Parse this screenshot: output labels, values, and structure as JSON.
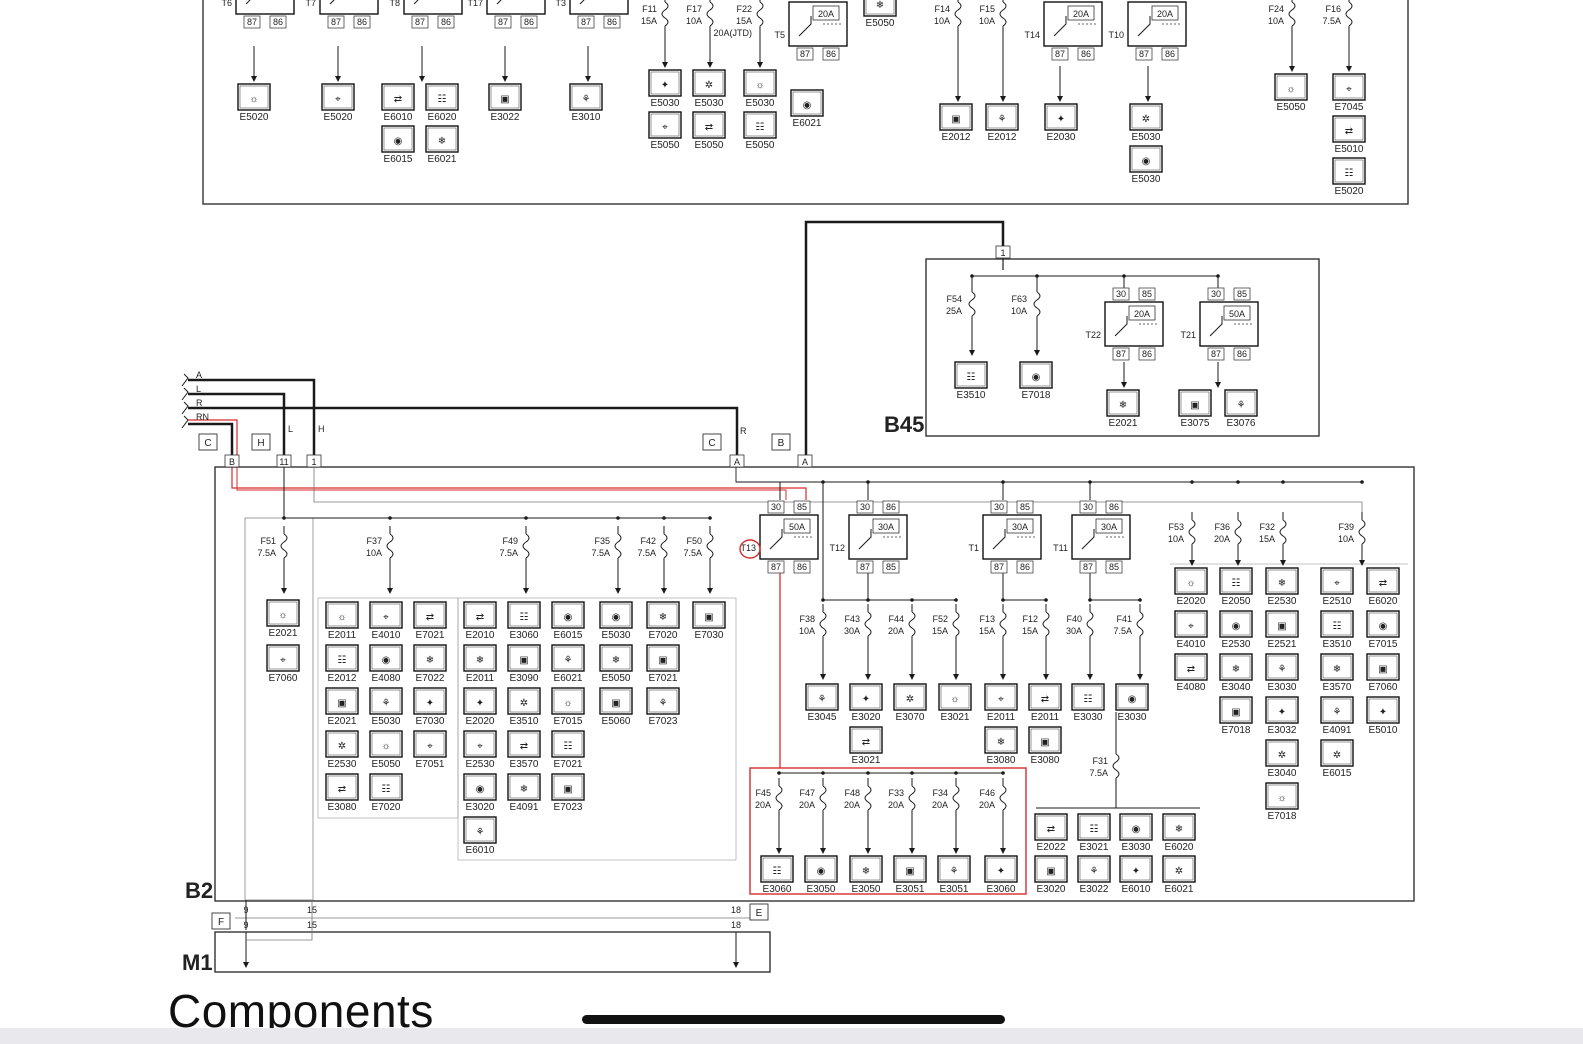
{
  "caption": "Components",
  "panels": {
    "b45": "B45",
    "b2": "B2",
    "m1": "M1"
  },
  "feed_wires": [
    "A",
    "L",
    "R",
    "RN"
  ],
  "connectors": {
    "c_left": "C",
    "h_left": "H",
    "c_mid": "C",
    "b_mid": "B",
    "f_bottom": "F",
    "e_bottom": "E",
    "pin_b": "B",
    "pin_11": "11",
    "pin_1": "1",
    "pin_a1": "A",
    "pin_a2": "A",
    "pin_b45": "1",
    "wire_l": "L",
    "wire_h": "H",
    "wire_r": "R",
    "b2_pins": [
      "9",
      "15",
      "18"
    ],
    "m1_pins": [
      "9",
      "15",
      "18"
    ]
  },
  "top_panel": {
    "relays": [
      {
        "id": "T6",
        "pins": [
          "87",
          "86"
        ]
      },
      {
        "id": "T7",
        "pins": [
          "87",
          "86"
        ]
      },
      {
        "id": "T8",
        "pins": [
          "87",
          "86"
        ]
      },
      {
        "id": "T17",
        "pins": [
          "87",
          "86"
        ]
      },
      {
        "id": "T3",
        "pins": [
          "87",
          "86"
        ]
      },
      {
        "id": "T5",
        "rating": "20A",
        "pins": [
          "87",
          "86"
        ]
      },
      {
        "id": "T14",
        "rating": "20A",
        "pins": [
          "87",
          "86"
        ]
      },
      {
        "id": "T10",
        "rating": "20A",
        "pins": [
          "87",
          "86"
        ]
      }
    ],
    "fuses": [
      {
        "id": "F11",
        "rating": "15A"
      },
      {
        "id": "F17",
        "rating": "10A"
      },
      {
        "id": "F22",
        "rating": "15A",
        "note": "20A(JTD)"
      },
      {
        "id": "F14",
        "rating": "10A"
      },
      {
        "id": "F15",
        "rating": "10A"
      },
      {
        "id": "F24",
        "rating": "10A"
      },
      {
        "id": "F16",
        "rating": "7.5A"
      }
    ],
    "components": [
      "E5020",
      "E5020",
      "E6010",
      "E6020",
      "E6015",
      "E6021",
      "E3022",
      "E3010",
      "E5030",
      "E5030",
      "E5030",
      "E5050",
      "E5050",
      "E5050",
      "E6021",
      "E5050",
      "E2012",
      "E2012",
      "E2030",
      "E5030",
      "E5050",
      "E7045",
      "E5010",
      "E5020",
      "E5030"
    ]
  },
  "b45_panel": {
    "fuses": [
      {
        "id": "F54",
        "rating": "25A"
      },
      {
        "id": "F63",
        "rating": "10A"
      }
    ],
    "relays": [
      {
        "id": "T22",
        "rating": "20A",
        "top_pins": [
          "30",
          "85"
        ],
        "bottom_pins": [
          "87",
          "86"
        ]
      },
      {
        "id": "T21",
        "rating": "50A",
        "top_pins": [
          "30",
          "85"
        ],
        "bottom_pins": [
          "87",
          "86"
        ]
      }
    ],
    "components": [
      "E3510",
      "E7018",
      "E2021",
      "E3075",
      "E3076"
    ]
  },
  "b2_panel": {
    "relays": [
      {
        "id": "T13",
        "rating": "50A",
        "top_pins": [
          "30",
          "85"
        ],
        "bottom_pins": [
          "87",
          "86"
        ],
        "highlighted": true
      },
      {
        "id": "T12",
        "rating": "30A",
        "top_pins": [
          "30",
          "86"
        ],
        "bottom_pins": [
          "87",
          "85"
        ]
      },
      {
        "id": "T1",
        "rating": "30A",
        "top_pins": [
          "30",
          "85"
        ],
        "bottom_pins": [
          "87",
          "86"
        ]
      },
      {
        "id": "T11",
        "rating": "30A",
        "top_pins": [
          "30",
          "86"
        ],
        "bottom_pins": [
          "87",
          "85"
        ]
      }
    ],
    "fuse_columns": [
      {
        "id": "F51",
        "rating": "7.5A",
        "components": [
          "E2021",
          "E7060"
        ]
      },
      {
        "id": "F37",
        "rating": "10A",
        "components": [
          "E2011",
          "E4010",
          "E7021",
          "E2012",
          "E4080",
          "E7022",
          "E2021",
          "E5030",
          "E7030",
          "E2530",
          "E5050",
          "E7051",
          "E3080",
          "E7020"
        ]
      },
      {
        "id": "F49",
        "rating": "7.5A",
        "components": [
          "E2010",
          "E3060",
          "E6015",
          "E2011",
          "E3090",
          "E6021",
          "E2020",
          "E3510",
          "E7015",
          "E2530",
          "E3570",
          "E7021",
          "E3020",
          "E4091",
          "E7023",
          "E6010"
        ]
      },
      {
        "id": "F35",
        "rating": "7.5A",
        "components": [
          "E5030",
          "E5050",
          "E5060"
        ]
      },
      {
        "id": "F42",
        "rating": "7.5A",
        "components": [
          "E7020",
          "E7021",
          "E7023"
        ]
      },
      {
        "id": "F50",
        "rating": "7.5A",
        "components": [
          "E7030"
        ]
      }
    ],
    "relay_fuses": [
      {
        "id": "F38",
        "rating": "10A",
        "components": [
          "E3045"
        ]
      },
      {
        "id": "F43",
        "rating": "30A",
        "components": [
          "E3020",
          "E3021"
        ]
      },
      {
        "id": "F44",
        "rating": "20A",
        "components": [
          "E3070"
        ]
      },
      {
        "id": "F52",
        "rating": "15A",
        "components": [
          "E3021"
        ]
      },
      {
        "id": "F13",
        "rating": "15A",
        "components": [
          "E2011",
          "E3080"
        ]
      },
      {
        "id": "F12",
        "rating": "15A",
        "components": [
          "E2011",
          "E3080"
        ]
      },
      {
        "id": "F40",
        "rating": "30A",
        "components": [
          "E3030"
        ]
      },
      {
        "id": "F41",
        "rating": "7.5A",
        "components": [
          "E3030"
        ]
      },
      {
        "id": "F31",
        "rating": "7.5A",
        "components": [
          "E2022",
          "E3021",
          "E3030",
          "E6020",
          "E3020",
          "E3022",
          "E6010",
          "E6021"
        ]
      }
    ],
    "highlighted_fuses": [
      {
        "id": "F45",
        "rating": "20A",
        "component": "E3060"
      },
      {
        "id": "F47",
        "rating": "20A",
        "component": "E3050"
      },
      {
        "id": "F48",
        "rating": "20A",
        "component": "E3050"
      },
      {
        "id": "F33",
        "rating": "20A",
        "component": "E3051"
      },
      {
        "id": "F34",
        "rating": "20A",
        "component": "E3051"
      },
      {
        "id": "F46",
        "rating": "20A",
        "component": "E3060"
      }
    ],
    "right_fuses": [
      {
        "id": "F53",
        "rating": "10A",
        "components": [
          "E2020",
          "E4010",
          "E4080"
        ]
      },
      {
        "id": "F36",
        "rating": "20A",
        "components": [
          "E2050",
          "E2530",
          "E3040",
          "E7018"
        ]
      },
      {
        "id": "F32",
        "rating": "15A",
        "components": [
          "E2530",
          "E2521",
          "E3030",
          "E3032",
          "E3040",
          "E7018"
        ]
      },
      {
        "id": "F39",
        "rating": "10A",
        "components": [
          "E2510",
          "E6020",
          "E3510",
          "E7015",
          "E3570",
          "E7060",
          "E4091",
          "E5010",
          "E6015"
        ]
      }
    ]
  },
  "colors": {
    "line": "#1a1a1a",
    "frame": "#333333",
    "highlight": "#d62c2c",
    "background": "#ffffff"
  }
}
